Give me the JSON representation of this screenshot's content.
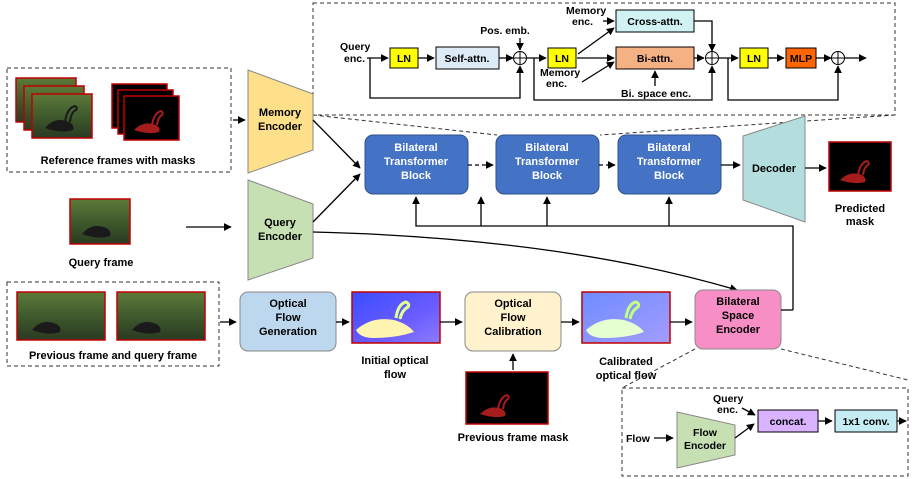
{
  "detail_top": {
    "query_enc": [
      "Query",
      "enc."
    ],
    "ln": "LN",
    "self_attn": "Self-attn.",
    "pos_emb": "Pos. emb.",
    "memory_enc_top": [
      "Memory",
      "enc."
    ],
    "cross_attn": "Cross-attn.",
    "memory_enc_bottom": [
      "Memory",
      "enc."
    ],
    "bi_attn": "Bi-attn.",
    "bi_space_enc": "Bi. space enc.",
    "mlp": "MLP"
  },
  "reference": {
    "caption": "Reference frames with masks"
  },
  "memory_encoder": [
    "Memory",
    "Encoder"
  ],
  "query_frame": {
    "caption": "Query frame"
  },
  "query_encoder": [
    "Query",
    "Encoder"
  ],
  "transformer_blocks": [
    [
      "Bilateral",
      "Transformer",
      "Block"
    ],
    [
      "Bilateral",
      "Transformer",
      "Block"
    ],
    [
      "Bilateral",
      "Transformer",
      "Block"
    ]
  ],
  "decoder": "Decoder",
  "predicted_mask": [
    "Predicted",
    "mask"
  ],
  "prev_query": {
    "caption": "Previous frame and query frame"
  },
  "optical_flow_generation": [
    "Optical",
    "Flow",
    "Generation"
  ],
  "initial_flow": [
    "Initial optical",
    "flow"
  ],
  "optical_flow_calibration": [
    "Optical",
    "Flow",
    "Calibration"
  ],
  "calibrated_flow": [
    "Calibrated",
    "optical flow"
  ],
  "bilateral_space_encoder": [
    "Bilateral",
    "Space",
    "Encoder"
  ],
  "prev_mask": {
    "caption": "Previous frame mask"
  },
  "detail_bottom": {
    "query_enc": [
      "Query",
      "enc."
    ],
    "concat": "concat.",
    "conv": "1x1 conv.",
    "flow": "Flow",
    "flow_encoder": [
      "Flow",
      "Encoder"
    ]
  },
  "colors": {
    "memory_encoder": "#ffe08a",
    "query_encoder": "#c6e0b4",
    "transformer": "#4472c4",
    "decoder": "#b4dede",
    "flow_generation": "#bdd7ee",
    "flow_calibration": "#fff2cc",
    "bilateral_space": "#f78fc6",
    "ln": "#ffff00",
    "self_attn": "#ddebf7",
    "cross_attn": "#d0f2f2",
    "bi_attn": "#f4b183",
    "mlp": "#ff6600",
    "concat": "#d9b3ff",
    "conv": "#c5ecf2",
    "flow_encoder": "#c6e0b4"
  }
}
